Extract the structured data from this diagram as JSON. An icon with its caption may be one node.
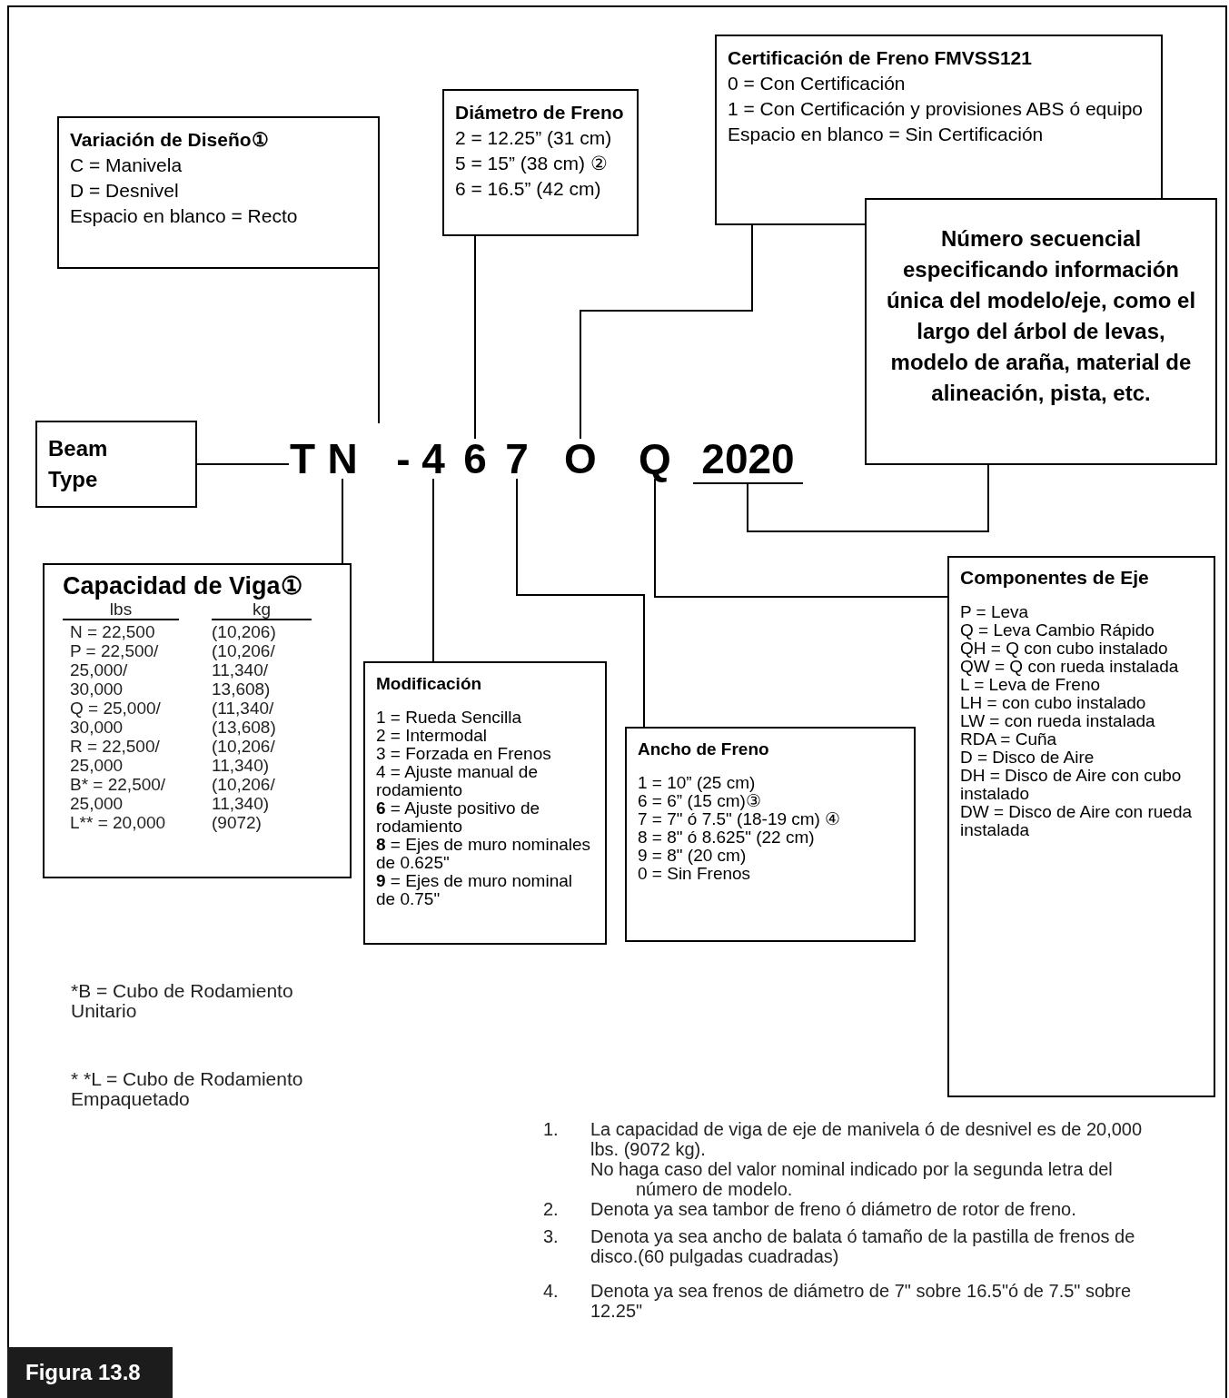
{
  "diagram": {
    "nodes": [
      {
        "text": [
          "Variación de Diseño①",
          "C = Manivela",
          "D = Desnivel",
          "Espacio en blanco = Recto"
        ]
      },
      {
        "text": [
          "Diámetro de Freno",
          "2 = 12.25” (31 cm)",
          "5 = 15” (38 cm) ②",
          "6 = 16.5” (42 cm)"
        ]
      },
      {
        "text": [
          "Certificación de Freno FMVSS121",
          "0 = Con Certificación",
          "1 = Con Certificación y provisiones ABS ó equipo",
          "Espacio en blanco = Sin Certificación"
        ]
      },
      {
        "text": [
          "Número secuencial especificando información única del modelo/eje, como el largo del árbol de levas, modelo de araña, material de alineación, pista, etc."
        ]
      },
      {
        "text": [
          "Beam Type"
        ]
      },
      {
        "text": [
          "T"
        ]
      },
      {
        "text": [
          "N"
        ]
      },
      {
        "text": [
          "4"
        ]
      },
      {
        "text": [
          "6"
        ]
      },
      {
        "text": [
          "7"
        ]
      },
      {
        "text": [
          "O"
        ]
      },
      {
        "text": [
          "Q"
        ]
      },
      {
        "text": [
          "2020"
        ]
      },
      {
        "text": [
          "Capacidad de Viga①",
          "lbs",
          "kg",
          "N = 22,500",
          "(10,206)",
          "P = 22,500/ 25,000/ 30,000",
          "(10,206/ 11,340/ 13,608)",
          "Q = 25,000/ 30,000",
          "(11,340/ (13,608)",
          "R = 22,500/ 25,000",
          "(10,206/ 11,340)",
          "B* = 22,500/ 25,000",
          "(10,206/ 11,340)",
          "L** = 20,000",
          "(9072)"
        ]
      },
      {
        "text": [
          "Modificación",
          "1 = Rueda Sencilla",
          "2 = Intermodal",
          "3 = Forzada en Frenos",
          "4 = Ajuste manual de rodamiento",
          "**6** = Ajuste positivo de rodamiento",
          "**8** = Ejes de muro nominales de 0.625\"",
          "**9** = Ejes de muro nominal de 0.75\""
        ]
      },
      {
        "text": [
          "Ancho de Freno",
          "1 = 10” (25 cm)",
          "6 = 6” (15 cm)③",
          "7 = 7\" ó 7.5\" (18-19 cm) ④",
          "8 = 8\" ó 8.625\"  (22 cm)",
          "9 = 8\" (20 cm)",
          "0 = Sin Frenos"
        ]
      },
      {
        "text": [
          "Componentes de Eje",
          "P = Leva",
          "Q = Leva Cambio Rápido",
          "QH = Q con cubo instalado",
          "QW = Q con rueda instalada",
          "L = Leva de Freno",
          "LH = con cubo instalado",
          "LW = con rueda instalada",
          "RDA = Cuña",
          "D = Disco de Aire",
          "DH = Disco de Aire con cubo instalado",
          "DW = Disco de Aire con rueda instalada"
        ]
      },
      {
        "text": [
          "Figura 13.8"
        ]
      }
    ],
    "edges": [
      {
        "from": 0,
        "to": null,
        "arrow": "none"
      },
      {
        "from": 1,
        "to": 8,
        "arrow": "none"
      },
      {
        "from": 2,
        "to": 10,
        "arrow": "none"
      },
      {
        "from": 3,
        "to": 12,
        "arrow": "none"
      },
      {
        "from": 4,
        "to": 5,
        "arrow": "none"
      },
      {
        "from": 13,
        "to": 6,
        "arrow": "none"
      },
      {
        "from": 14,
        "to": 7,
        "arrow": "none"
      },
      {
        "from": 15,
        "to": 9,
        "arrow": "none"
      },
      {
        "from": 16,
        "to": 11,
        "arrow": "none"
      }
    ],
    "labels": [
      "-",
      "*B = Cubo de Rodamiento Unitario",
      "* *L = Cubo de Rodamiento Empaquetado",
      "1.",
      "La capacidad de viga de eje de manivela ó de desnivel es de 20,000 lbs. (9072 kg).",
      "No haga caso del valor nominal indicado por la segunda letra del número de modelo.",
      "2.",
      "Denota ya sea tambor de freno ó diámetro de rotor de freno.",
      "3.",
      "Denota ya sea ancho de balata ó tamaño de la pastilla de frenos de disco.(60 pulgadas cuadradas)",
      "4.",
      "Denota ya sea frenos de diámetro de 7\" sobre 16.5\"ó de 7.5\" sobre 12.25\""
    ]
  }
}
